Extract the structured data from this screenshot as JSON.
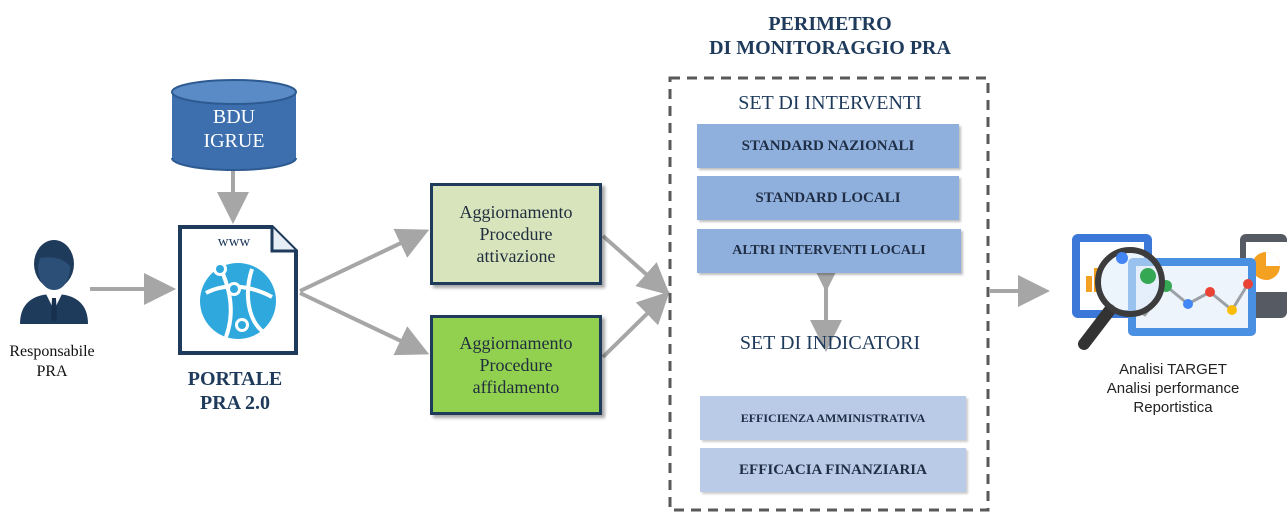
{
  "user": {
    "caption_line1": "Responsabile",
    "caption_line2": "PRA"
  },
  "database": {
    "line1": "BDU",
    "line2": "IGRUE"
  },
  "portal": {
    "www_label": "www",
    "title_line1": "PORTALE",
    "title_line2": "PRA 2.0"
  },
  "procedures": [
    {
      "line1": "Aggiornamento",
      "line2": "Procedure",
      "line3": "attivazione"
    },
    {
      "line1": "Aggiornamento",
      "line2": "Procedure",
      "line3": "affidamento"
    }
  ],
  "perimeter": {
    "title_line1": "PERIMETRO",
    "title_line2": "DI MONITORAGGIO PRA",
    "interventions_title": "SET DI INTERVENTI",
    "interventions": [
      "STANDARD NAZIONALI",
      "STANDARD LOCALI",
      "ALTRI INTERVENTI LOCALI"
    ],
    "indicators_title": "SET DI INDICATORI",
    "indicators": [
      "EFFICIENZA AMMINISTRATIVA",
      "EFFICACIA FINANZIARIA"
    ]
  },
  "analysis": {
    "line1": "Analisi TARGET",
    "line2": "Analisi performance",
    "line3": "Reportistica"
  },
  "colors": {
    "navy": "#1f3b5c",
    "arrow_gray": "#a6a6a6",
    "box_activation": "#d8e4bc",
    "box_award": "#92d050",
    "std_bar": "#8fb0dc",
    "ind_bar": "#b9cbe6",
    "db_blue": "#3d6fae",
    "web_cyan": "#2ea8dd"
  }
}
